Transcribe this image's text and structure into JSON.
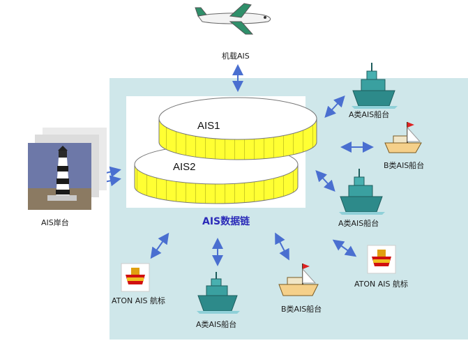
{
  "title": "AIS数据链",
  "disks": {
    "upper": "AIS1",
    "lower": "AIS2"
  },
  "nodes": {
    "airborne": "机载AIS",
    "base_station": "AIS岸台",
    "class_a_top": "A类AIS船台",
    "class_b_right": "B类AIS船台",
    "class_a_right": "A类AIS船台",
    "aton_right": "ATON AIS 航标",
    "class_b_bottom": "B类AIS船台",
    "class_a_bottom": "A类AIS船台",
    "aton_left": "ATON AIS 航标"
  },
  "colors": {
    "panel": "#cfe7ea",
    "disk": "#ffff33",
    "arrow": "#4a6fd0",
    "title": "#2b2bb8",
    "ship_hull": "#2d8a8a",
    "aton": "#d01010"
  }
}
